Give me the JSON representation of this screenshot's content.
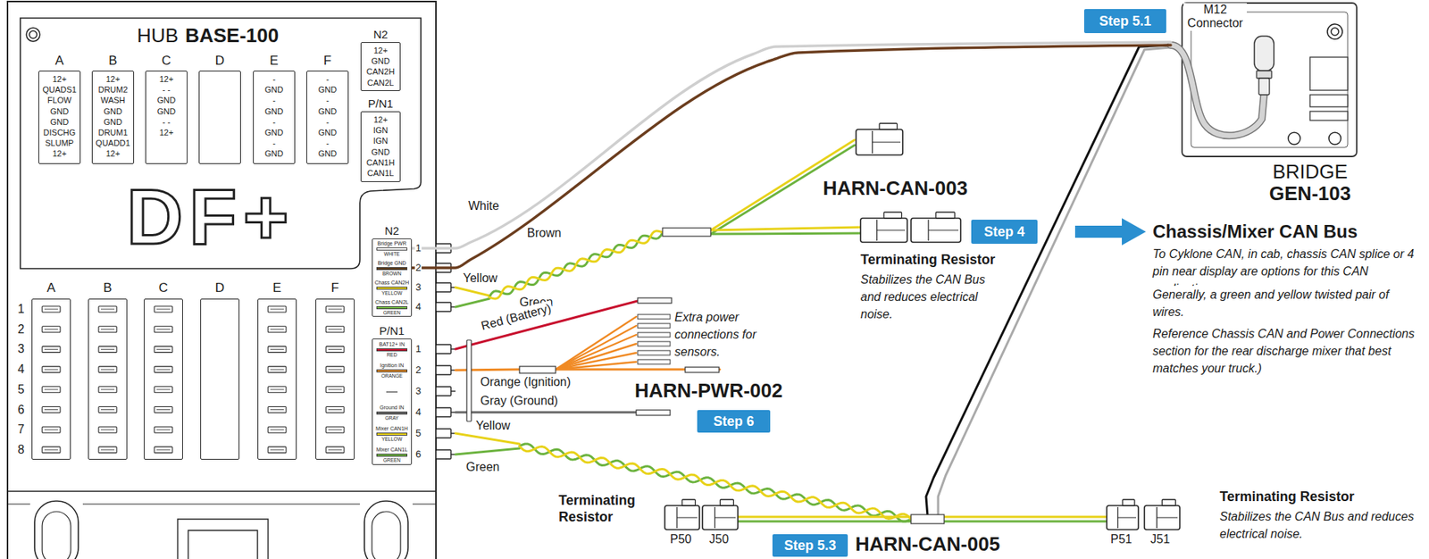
{
  "diagram": {
    "nodes": [
      {
        "text": [
          "HUB",
          "BASE-100"
        ]
      },
      {
        "text": [
          "A",
          "12+ QUADS1 FLOW GND GND DISCHG SLUMP 12+"
        ],
        "in": 0
      },
      {
        "text": [
          "B",
          "12+ DRUM2 WASH GND GND DRUM1 QUADD1 12+"
        ],
        "in": 0
      },
      {
        "text": [
          "C",
          "12+ - - GND GND - - 12+"
        ],
        "in": 0
      },
      {
        "text": [
          "D"
        ],
        "in": 0
      },
      {
        "text": [
          "E",
          "- GND - GND - GND - GND"
        ],
        "in": 0
      },
      {
        "text": [
          "F",
          "- GND - GND - GND - GND"
        ],
        "in": 0
      },
      {
        "text": [
          "N2",
          "12+ GND CAN2H CAN2L"
        ],
        "in": 0
      },
      {
        "text": [
          "P/N1",
          "12+ IGN IGN GND CAN1H CAN1L"
        ],
        "in": 0
      },
      {
        "text": [
          "A"
        ],
        "in": 0
      },
      {
        "text": [
          "B"
        ],
        "in": 0
      },
      {
        "text": [
          "C"
        ],
        "in": 0
      },
      {
        "text": [
          "D"
        ],
        "in": 0
      },
      {
        "text": [
          "E"
        ],
        "in": 0
      },
      {
        "text": [
          "F"
        ],
        "in": 0
      },
      {
        "text": [
          "N2",
          "Bridge PWR",
          "WHITE",
          "Bridge GND",
          "BROWN",
          "Chass CAN2H",
          "YELLOW",
          "Chass CAN2L",
          "GREEN"
        ],
        "in": 0
      },
      {
        "text": [
          "P/N1",
          "BAT12+ IN",
          "RED",
          "Ignition IN",
          "ORANGE",
          "Ground IN",
          "GRAY",
          "Mixer CAN1H",
          "YELLOW",
          "Mixer CAN1L",
          "GREEN"
        ],
        "in": 0
      },
      {
        "text": [
          "BRIDGE",
          "GEN-103"
        ]
      },
      {
        "text": [
          "Step 5.1"
        ]
      },
      {
        "text": [
          "Step 4"
        ]
      },
      {
        "text": [
          "Step 6"
        ]
      },
      {
        "text": [
          "Step 5.3"
        ]
      }
    ],
    "edges": [
      {
        "from": 15,
        "to": 17,
        "arrow": "none",
        "label": "White"
      },
      {
        "from": 15,
        "to": 17,
        "arrow": "none",
        "label": "Brown"
      }
    ],
    "labels": [
      "DF+",
      "1",
      "2",
      "3",
      "4",
      "5",
      "6",
      "7",
      "8",
      "1",
      "2",
      "3",
      "4",
      "1",
      "2",
      "3",
      "4",
      "5",
      "6",
      "Yellow",
      "Green",
      "Red (Battery)",
      "Orange (Ignition)",
      "Gray (Ground)",
      "Yellow",
      "Green",
      "HARN-CAN-003",
      "Terminating Resistor",
      "Stabilizes the CAN Bus and reduces electrical noise.",
      "Chassis/Mixer CAN Bus",
      "To Cyklone CAN, in cab, chassis CAN splice or 4 pin near display are options for this CAN application.",
      "Generally, a green and yellow twisted pair of wires.",
      "Reference Chassis CAN and Power Connections section for the rear discharge mixer that best matches your truck.)",
      "Extra power connections for sensors.",
      "HARN-PWR-002",
      "Terminating Resistor",
      "P50",
      "J50",
      "HARN-CAN-005",
      "P51",
      "J51",
      "Terminating Resistor",
      "Stabilizes the CAN Bus and reduces electrical noise.",
      "M12 Connector"
    ]
  }
}
